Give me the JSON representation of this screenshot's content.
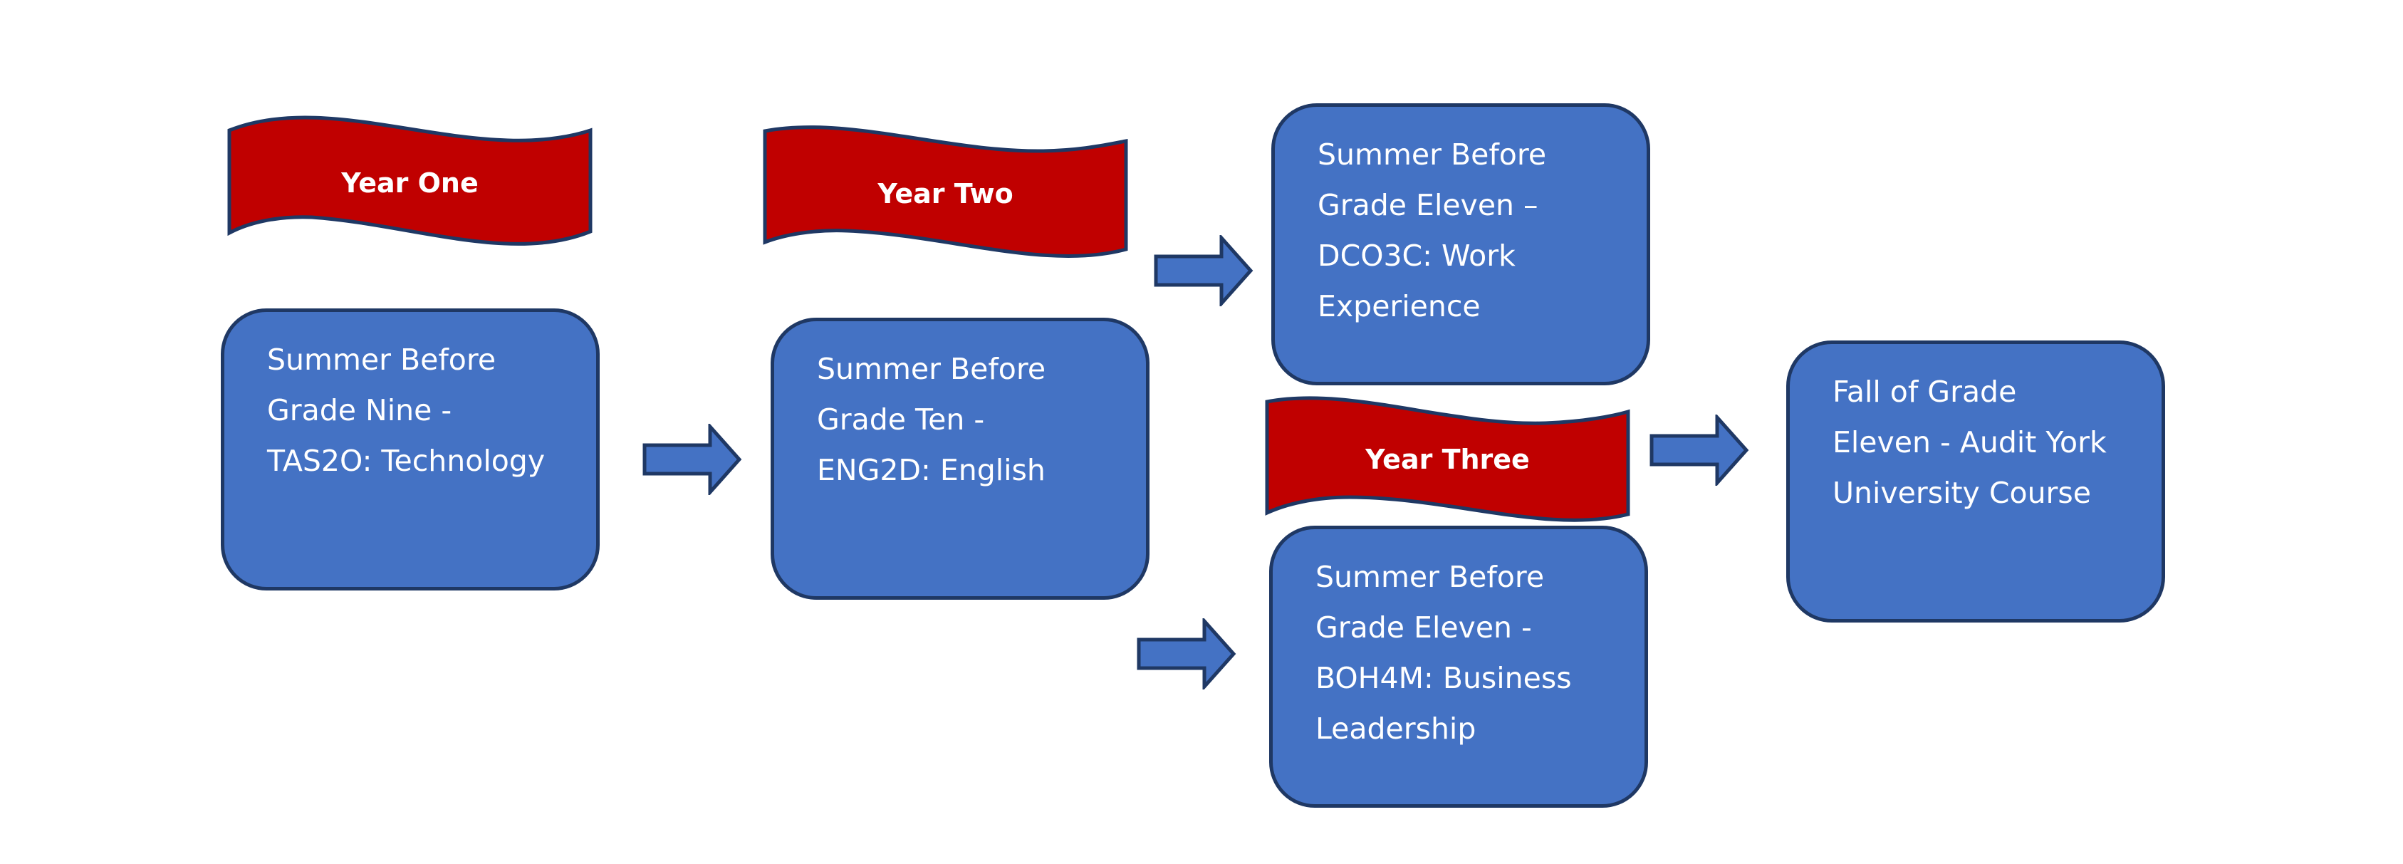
{
  "banners": {
    "year_one": "Year One",
    "year_two": "Year Two",
    "year_three": "Year Three"
  },
  "boxes": {
    "grade_nine": "Summer Before\nGrade Nine -\nTAS2O: Technology",
    "grade_ten": "Summer Before\nGrade Ten -\nENG2D: English",
    "grade_eleven_dco": "Summer Before\nGrade Eleven –\nDCO3C: Work\nExperience",
    "grade_eleven_boh": "Summer Before\nGrade Eleven -\nBOH4M: Business\nLeadership",
    "fall_grade_eleven": "Fall of Grade\nEleven - Audit York\nUniversity Course"
  },
  "colors": {
    "box_fill": "#4472C4",
    "box_border": "#1F3864",
    "banner_fill": "#C00000",
    "text": "#FFFFFF"
  }
}
